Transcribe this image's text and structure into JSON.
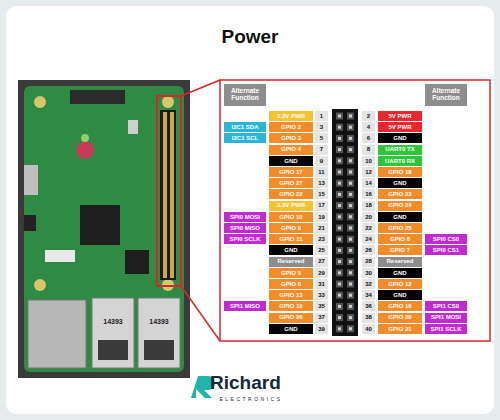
{
  "diagram": {
    "title": "Power",
    "labels": [
      "Alternate Function",
      "Alternate Function",
      "3.3V PWR",
      "1",
      "2",
      "5V PWR",
      "I2C1 SDA",
      "GPIO 2",
      "3",
      "4",
      "5V PWR",
      "I2C1 SCL",
      "GPIO 3",
      "5",
      "6",
      "GND",
      "GPIO 4",
      "7",
      "8",
      "UART0 TX",
      "GND",
      "9",
      "10",
      "UART0 RX",
      "GPIO 17",
      "11",
      "12",
      "GPIO 18",
      "GPIO 27",
      "13",
      "14",
      "GND",
      "GPIO 22",
      "15",
      "16",
      "GPIO 23",
      "3.3V PWR",
      "17",
      "18",
      "GPIO 24",
      "SPI0 MOSI",
      "GPIO 10",
      "19",
      "20",
      "GND",
      "SPI0 MISO",
      "GPIO 9",
      "21",
      "22",
      "GPIO 25",
      "SPI0 SCLK",
      "GPIO 11",
      "23",
      "24",
      "GPIO 8",
      "SPI0 CS0",
      "GND",
      "25",
      "26",
      "GPIO 7",
      "SPI0 CS1",
      "Reserved",
      "27",
      "28",
      "Reserved",
      "GPIO 5",
      "29",
      "30",
      "GND",
      "GPIO 6",
      "31",
      "32",
      "GPIO 12",
      "GPIO 13",
      "33",
      "34",
      "GND",
      "SPI1 MISO",
      "GPIO 19",
      "35",
      "36",
      "GPIO 16",
      "SPI1 CS0",
      "GPIO 26",
      "37",
      "38",
      "GPIO 20",
      "SPI1 MOSI",
      "GND",
      "39",
      "40",
      "GPIO 21",
      "SPI1 SCLK",
      "14393",
      "14393",
      "Richard",
      "ELECTRONICS"
    ]
  }
}
